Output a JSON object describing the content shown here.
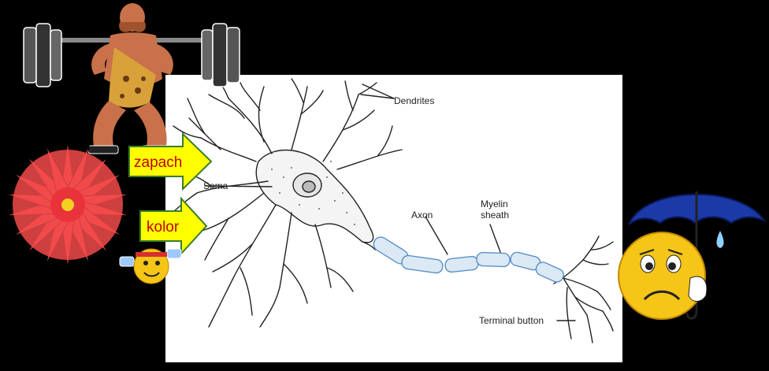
{
  "labels": {
    "dendrites": "Dendrites",
    "soma": "Soma",
    "axon": "Axon",
    "myelin_line1": "Myelin",
    "myelin_line2": "sheath",
    "terminal": "Terminal button"
  },
  "arrows": {
    "smell": "zapach",
    "color": "kolor"
  },
  "colors": {
    "background": "#000000",
    "panel": "#ffffff",
    "arrow_fill": "#ffff00",
    "arrow_stroke": "#3a7d2c",
    "arrow_text": "#c00000",
    "flower": "#f24a4a",
    "myelin_fill": "#dbe9f5",
    "myelin_stroke": "#5b8fc9"
  },
  "clipart": [
    "strongman-weightlifter",
    "red-flower",
    "smiley-with-dumbbells",
    "sad-smiley-umbrella"
  ]
}
